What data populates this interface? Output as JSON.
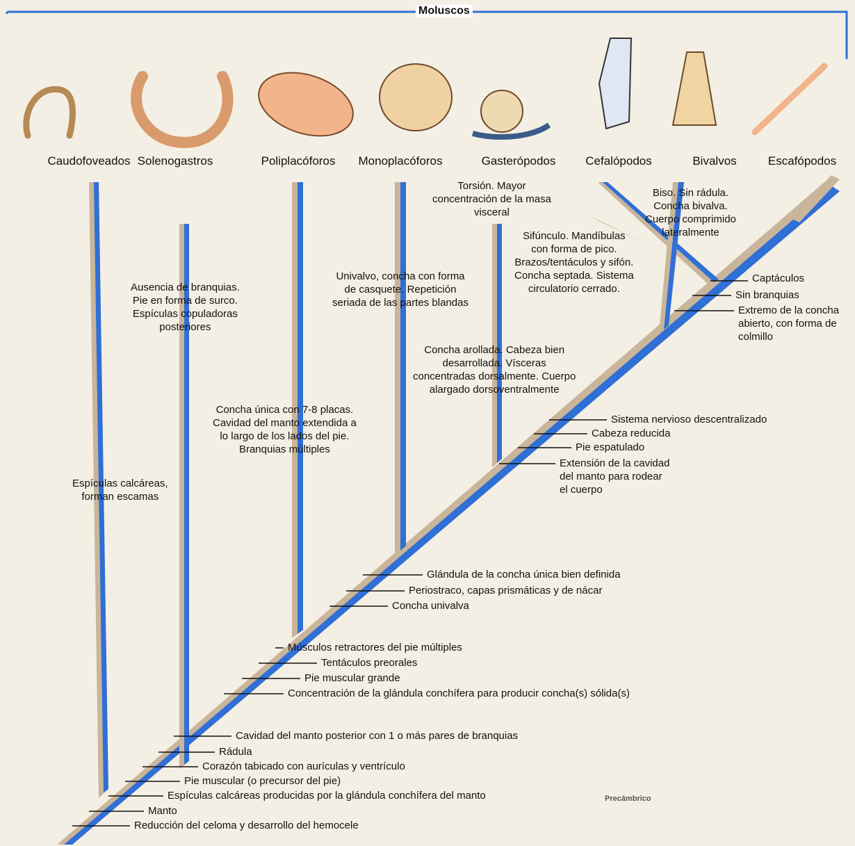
{
  "title": "Moluscos",
  "taxa": [
    "Caudofoveados",
    "Solenogastros",
    "Poliplacóforos",
    "Monoplacóforos",
    "Gasterópodos",
    "Cefalópodos",
    "Bivalvos",
    "Escafópodos"
  ],
  "branch_notes": {
    "solenogastros": "Ausencia de branquias.\nPie en forma de surco.\nEspículas copuladoras\nposteriores",
    "caudofoveados": "Espículas calcáreas,\nforman escamas",
    "poliplacoforos": "Concha única con 7-8 placas.\nCavidad del manto extendida a\nlo largo de los lados del pie.\nBranquias múltiples",
    "monoplacoforos": "Univalvo, concha con forma\nde casquete. Repetición\nseriada de las partes blandas",
    "gasteropodos_torsion": "Torsión. Mayor\nconcentración de la masa\nvisceral",
    "gasteropodos_concha": "Concha arollada. Cabeza bien\ndesarrollada. Vísceras\nconcentradas dorsalmente. Cuerpo\nalargado dorsoventralmente",
    "cefalopodos": "Sifúnculo. Mandíbulas\ncon forma de pico.\nBrazos/tentáculos y sifón.\nConcha septada. Sistema\ncirculatorio cerrado.",
    "bivalvos": "Biso. Sin rádula.\nConcha bivalva.\nCuerpo comprimido\nlateralmente"
  },
  "escafopodos_traits": [
    "Captáculos",
    "Sin branquias",
    "Extremo de la concha\nabierto, con forma de\ncolmillo"
  ],
  "conchifera_traits": [
    "Sistema nervioso descentralizado",
    "Cabeza reducida",
    "Pie espatulado",
    "Extensión de la cavidad\ndel manto para rodear\nel cuerpo"
  ],
  "univalve_traits": [
    "Glándula de la concha única bien definida",
    "Periostraco, capas prismáticas y de nácar",
    "Concha univalva"
  ],
  "shell_traits": [
    "Músculos retractores del pie múltiples",
    "Tentáculos preorales",
    "Pie muscular grande",
    "Concentración de la glándula conchífera para producir concha(s) sólida(s)"
  ],
  "base_traits": [
    "Cavidad del manto posterior con 1 o más pares de branquias",
    "Rádula",
    "Corazón tabicado con aurículas y ventrículo",
    "Pie muscular (o precursor del pie)",
    "Espículas calcáreas producidas por la glándula conchífera del manto",
    "Manto",
    "Reducción del celoma y desarrollo del hemocele"
  ],
  "background_page_text": [
    "Precámbrico"
  ],
  "colors": {
    "branch_blue": "#2f6fd6",
    "branch_tan": "#c9b59a",
    "paper": "#f4efe4"
  }
}
